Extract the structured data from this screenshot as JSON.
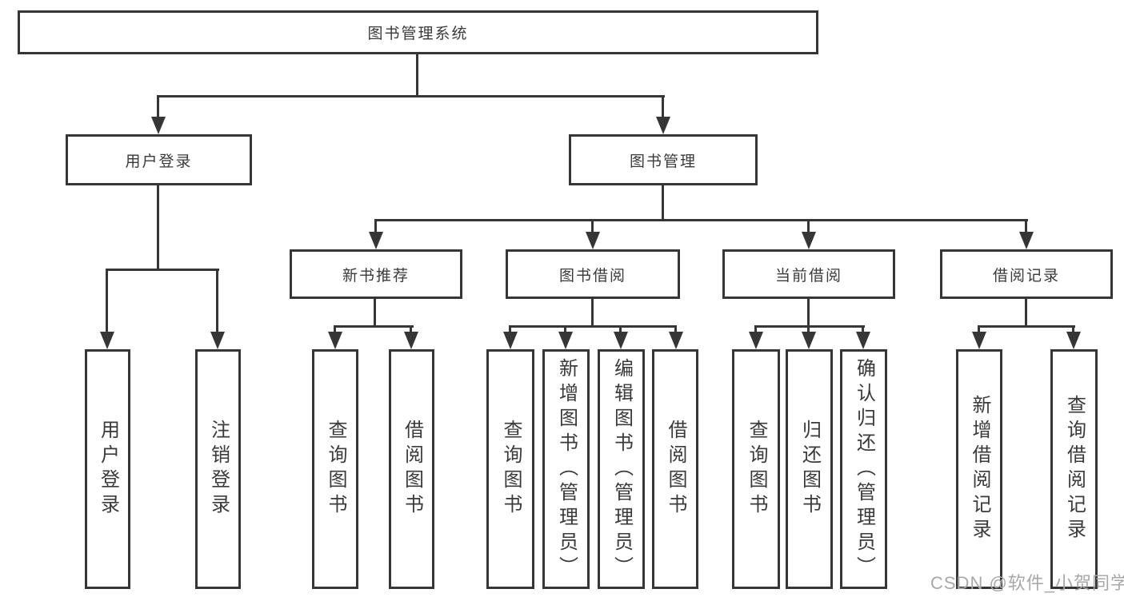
{
  "diagram": {
    "root": "图书管理系统",
    "level2": {
      "user_login": "用户登录",
      "book_mgmt": "图书管理"
    },
    "level3": {
      "new_book": "新书推荐",
      "book_borrow": "图书借阅",
      "current_borrow": "当前借阅",
      "borrow_record": "借阅记录"
    },
    "leaves": {
      "user_login": "用户登录",
      "logout": "注销登录",
      "nb_query": "查询图书",
      "nb_borrow": "借阅图书",
      "bb_query": "查询图书",
      "bb_add": "新增图书（管理员）",
      "bb_edit": "编辑图书（管理员）",
      "bb_borrow": "借阅图书",
      "cb_query": "查询图书",
      "cb_return": "归还图书",
      "cb_confirm": "确认归还（管理员）",
      "br_add": "新增借阅记录",
      "br_query": "查询借阅记录"
    }
  },
  "watermark": "CSDN @软件_小贺同学",
  "colors": {
    "line": "#363636",
    "text": "#3a3a3a",
    "watermark": "#a8a8a8",
    "background": "#ffffff"
  }
}
